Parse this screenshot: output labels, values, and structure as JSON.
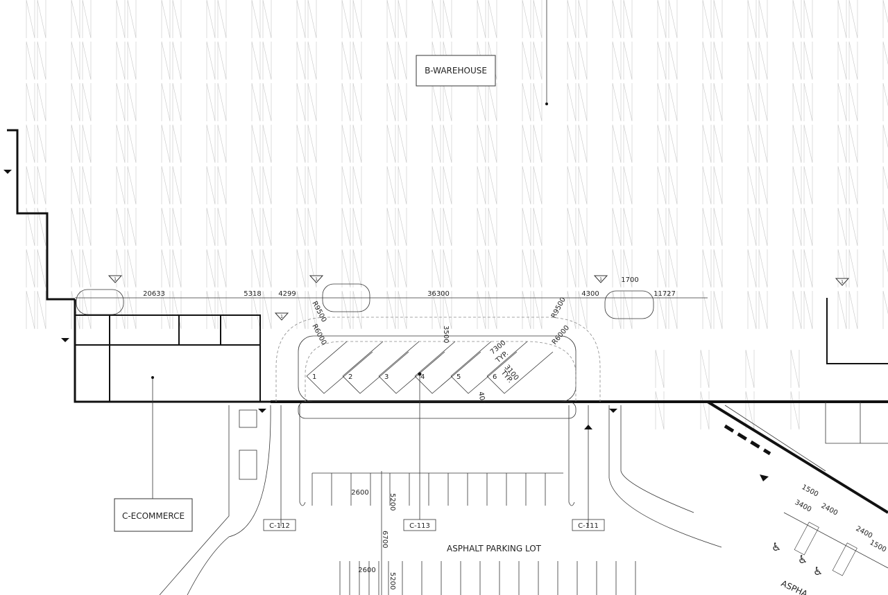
{
  "labels": {
    "warehouse": "B-WAREHOUSE",
    "ecommerce": "C-ECOMMERCE",
    "parking": "ASPHALT PARKING LOT",
    "parking_partial": "ASPHA"
  },
  "section_tags": [
    "C-112",
    "C-113",
    "C-111"
  ],
  "top_dimensions": [
    "20633",
    "5318",
    "4299",
    "36300",
    "4300",
    "11727",
    "1700"
  ],
  "loading_dims": {
    "depth": "3500",
    "radius_outer": "R9500",
    "radius_inner": "R6000",
    "length": "7300",
    "width": "3100",
    "typ": "TYP.",
    "angle": "40°"
  },
  "bays": [
    "1",
    "2",
    "3",
    "4",
    "5",
    "6"
  ],
  "parking_dims": [
    "2600",
    "5200",
    "6700",
    "2600",
    "5200"
  ],
  "accessible_dims": [
    "1500",
    "3400",
    "2400",
    "2400",
    "1500"
  ],
  "revision_tag": "1"
}
